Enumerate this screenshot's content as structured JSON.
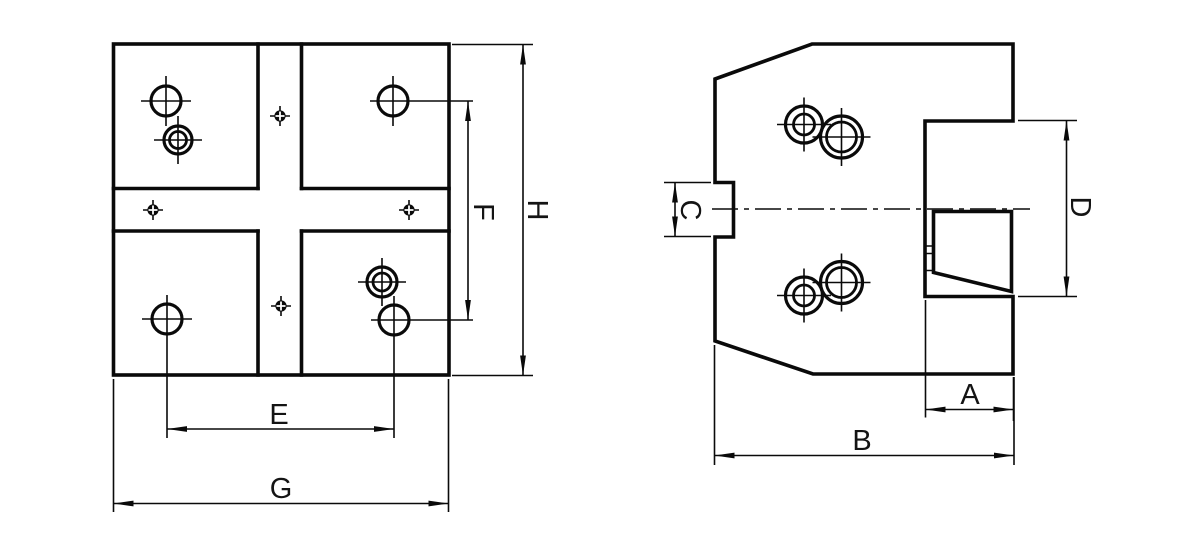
{
  "drawing": {
    "type": "engineering-dimension-drawing",
    "colors": {
      "line": "#0a0a0a",
      "background": "#ffffff",
      "text": "#141414"
    },
    "dimensions": {
      "A": "A",
      "B": "B",
      "C": "C",
      "D": "D",
      "E": "E",
      "F": "F",
      "G": "G",
      "H": "H"
    }
  }
}
